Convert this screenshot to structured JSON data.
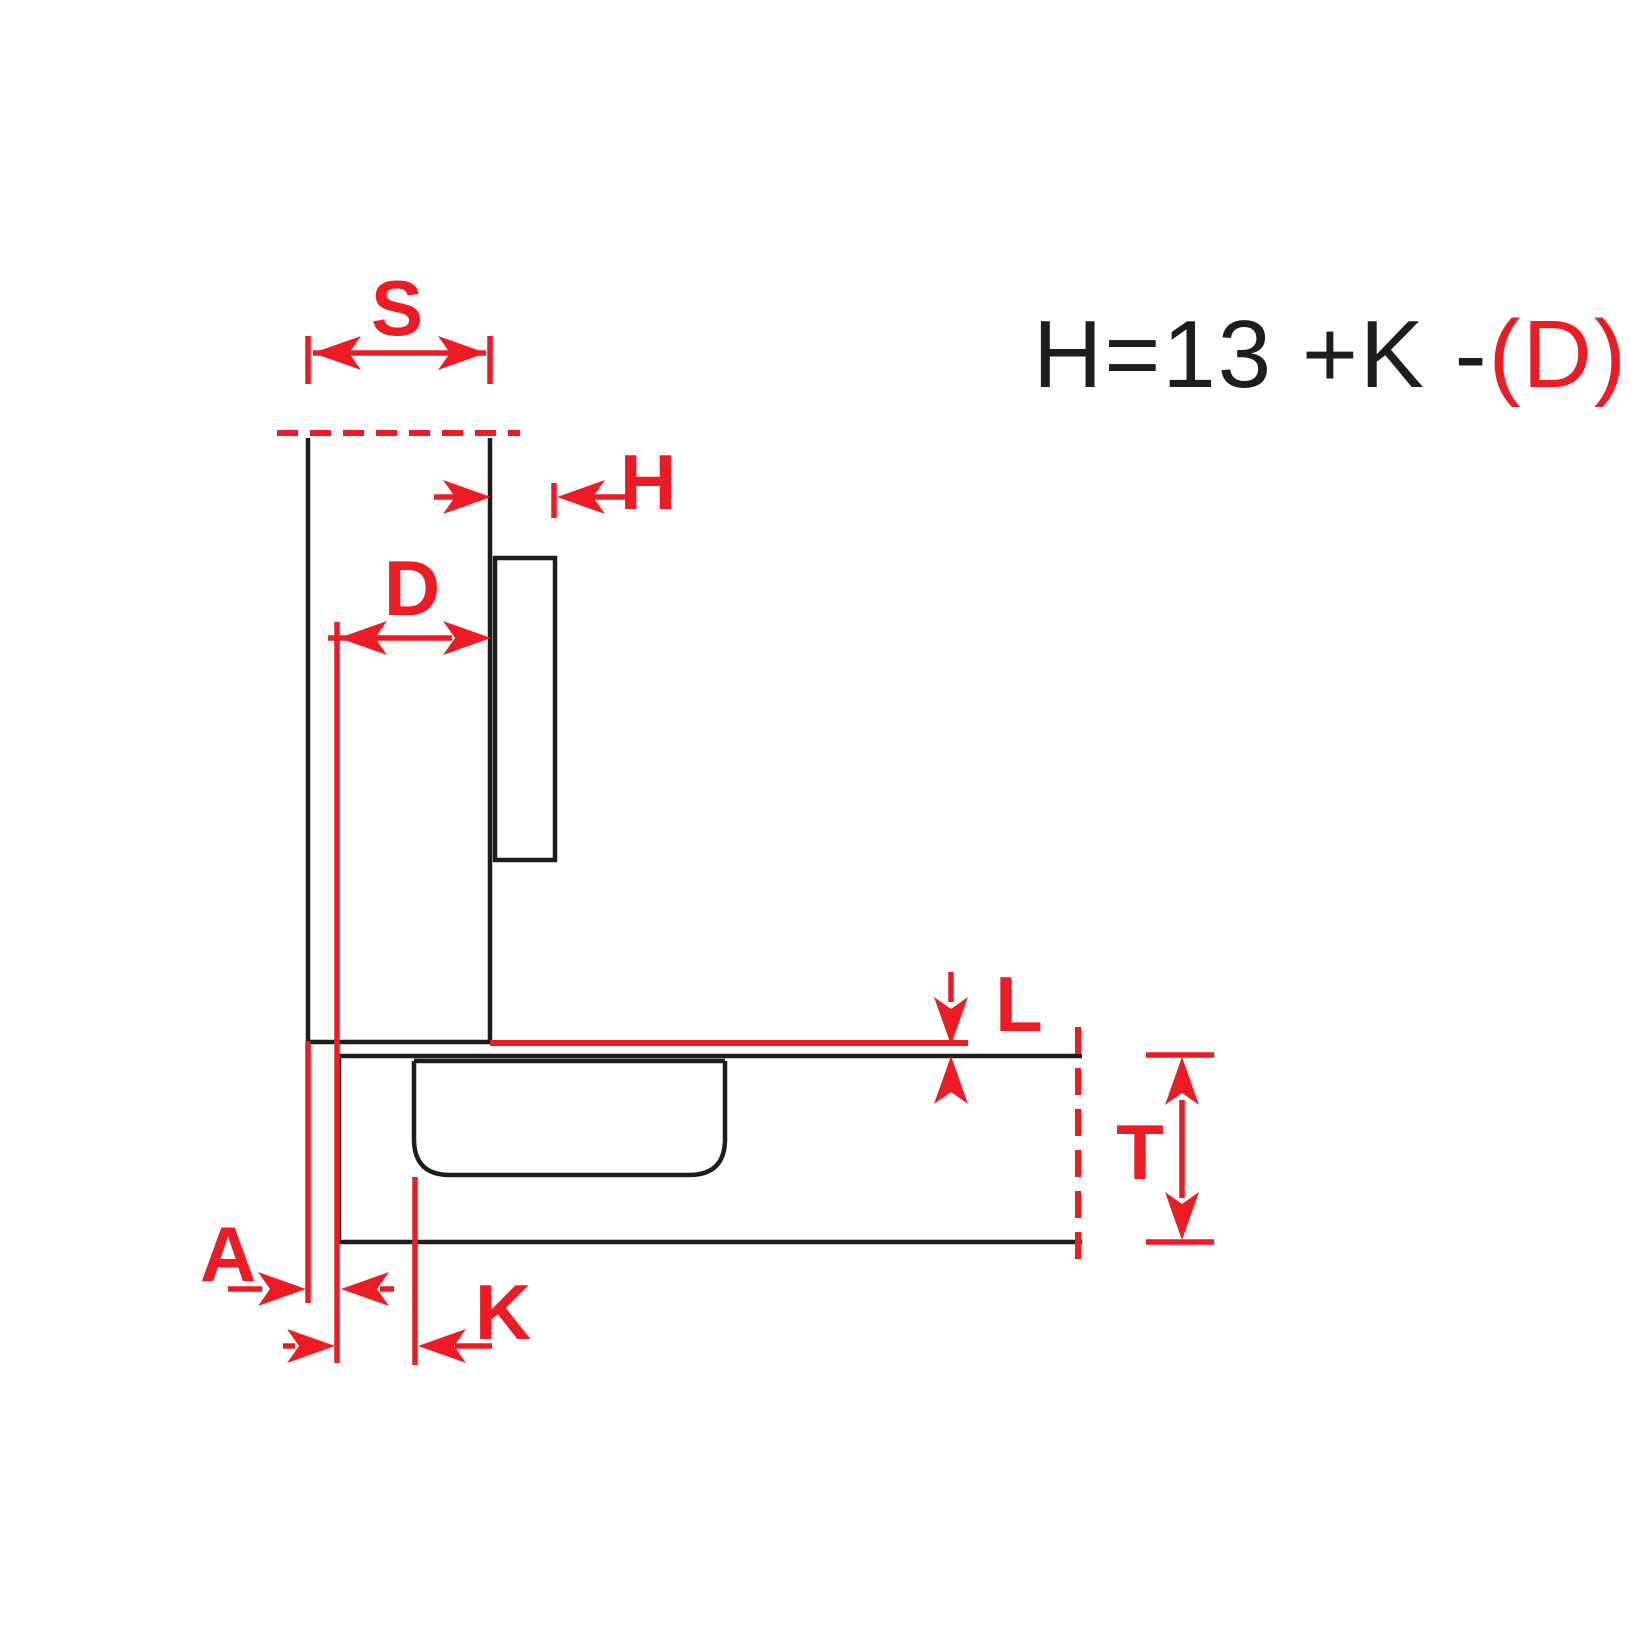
{
  "diagram": {
    "kind": "hinge-mounting-dimension-drawing",
    "formula": {
      "black_part": "H=13 +K -",
      "red_part": "(D)"
    },
    "dimension_labels": {
      "s": "S",
      "h": "H",
      "d": "D",
      "l": "L",
      "t": "T",
      "a": "A",
      "k": "K"
    },
    "colors": {
      "dimension_red": "#ed1c24",
      "drawing_black": "#1d1d1b",
      "background": "#ffffff"
    }
  }
}
